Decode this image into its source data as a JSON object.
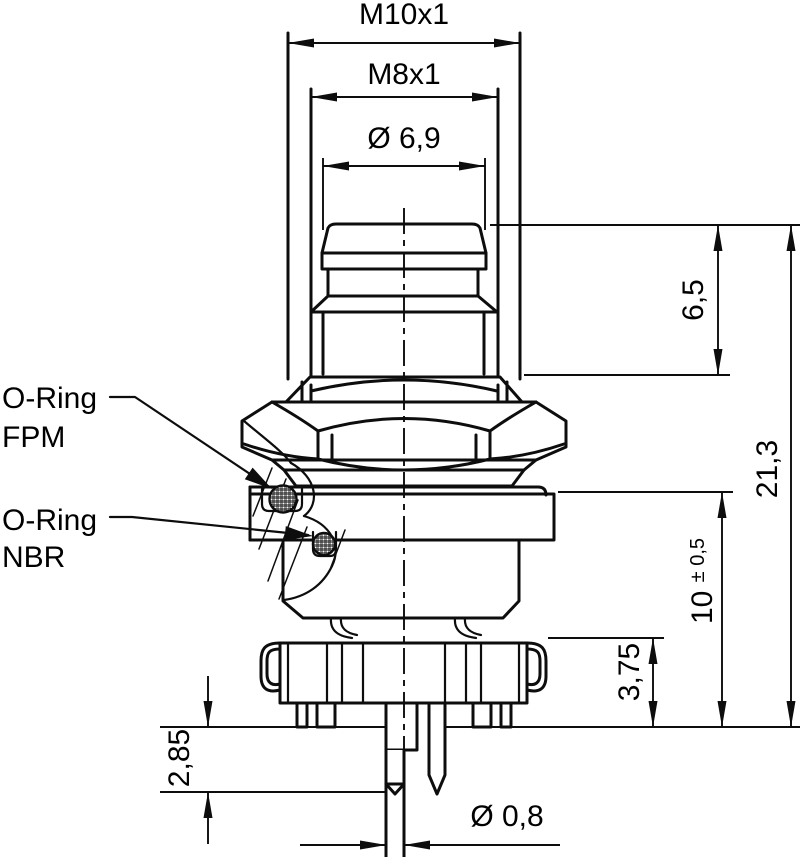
{
  "drawing": {
    "dimensions": {
      "m10": "M10x1",
      "m8": "M8x1",
      "dia69": "Ø 6,9",
      "h65": "6,5",
      "h213": "21,3",
      "h10": "10 ",
      "h10_tol": "± 0,5",
      "h375": "3,75",
      "h285": "2,85",
      "dia08": "Ø 0,8"
    },
    "labels": {
      "oring_fpm": [
        "O-Ring",
        "FPM"
      ],
      "oring_nbr": [
        "O-Ring",
        "NBR"
      ]
    },
    "colors": {
      "line": "#0d0d0d",
      "background": "#ffffff"
    }
  }
}
